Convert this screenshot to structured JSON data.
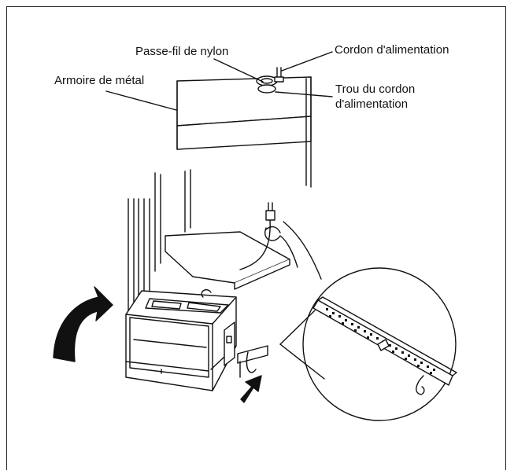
{
  "labels": {
    "nylon_grommet": "Passe-fil de nylon",
    "power_cord": "Cordon d'alimentation",
    "metal_cabinet": "Armoire de métal",
    "cord_hole_line1": "Trou du cordon",
    "cord_hole_line2": "d'alimentation"
  },
  "icons": {
    "cabinet": "wall-cabinet-icon",
    "microwave": "microwave-icon",
    "hand": "hand-icon",
    "arrow_curved": "curved-arrow-icon",
    "arrow_straight": "straight-arrow-icon",
    "detail": "detail-magnifier-icon"
  },
  "colors": {
    "ink": "#111111",
    "fill": "#ffffff"
  }
}
